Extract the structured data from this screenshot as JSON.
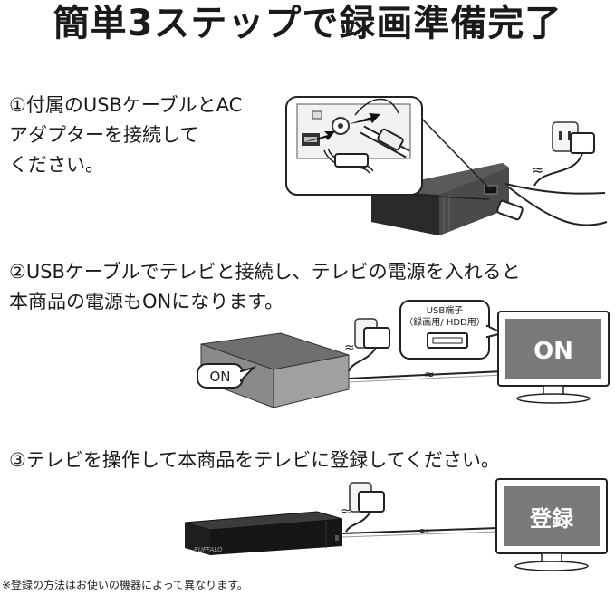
{
  "title": "簡単3ステップで録画準備完了",
  "steps": [
    {
      "text": "①付属のUSBケーブルとAC\nアダプターを接続して\nください。"
    },
    {
      "text": "②USBケーブルでテレビと接続し、テレビの電源を入れると\n本商品の電源もONになります。"
    },
    {
      "text": "③テレビを操作して本商品をテレビに登録してください。"
    }
  ],
  "step2": {
    "usb_port_label_line1": "USB端子",
    "usb_port_label_line2": "（録画用/ HDD用）",
    "on_callout": "ON",
    "tv_screen_text": "ON"
  },
  "step3": {
    "tv_screen_text": "登録",
    "device_logo": "BUFFALO"
  },
  "footnote": "※登録の方法はお使いの機器によって異なります。",
  "colors": {
    "text": "#1a1a1a",
    "tv_screen": "#7a7a7a",
    "device_top": "#6f6f6f",
    "device_front": "#9a9a9a",
    "device_black": "#1e1e1e"
  }
}
